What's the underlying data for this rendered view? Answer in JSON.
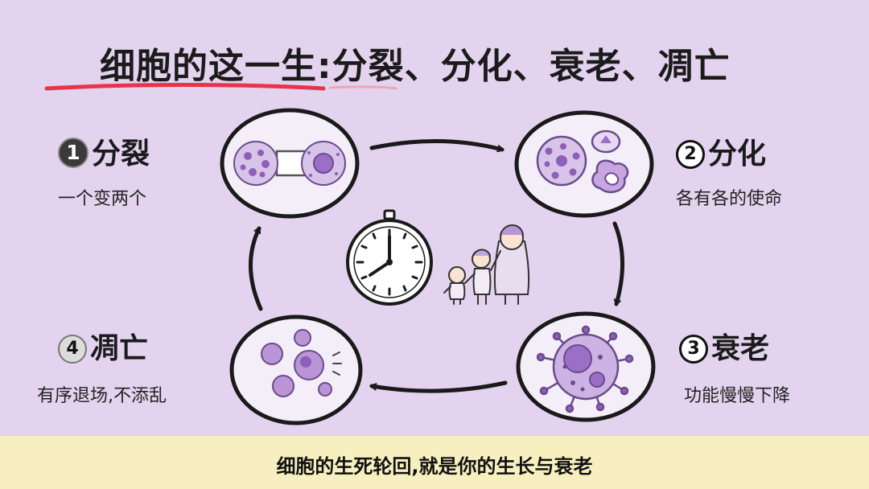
{
  "title": "细胞的这一生:分裂、分化、衰老、凋亡",
  "stages": {
    "division": {
      "number": "1",
      "title": "分裂",
      "desc": "一个变两个"
    },
    "differentiation": {
      "number": "2",
      "title": "分化",
      "desc": "各有各的使命"
    },
    "aging": {
      "number": "3",
      "title": "衰老",
      "desc": "功能慢慢下降"
    },
    "apoptosis": {
      "number": "4",
      "title": "凋亡",
      "desc": "有序退场,不添乱"
    }
  },
  "center_icons": [
    "clock-icon",
    "family-icon"
  ],
  "bottom_caption": "细胞的生死轮回,就是你的生长与衰老",
  "colors": {
    "background": "#e3d3ee",
    "title_underline": "#e8344a",
    "cell_fill": "#f3eef7",
    "cell_purple": "#b995d6",
    "bottom_bar": "#f7efbf"
  }
}
